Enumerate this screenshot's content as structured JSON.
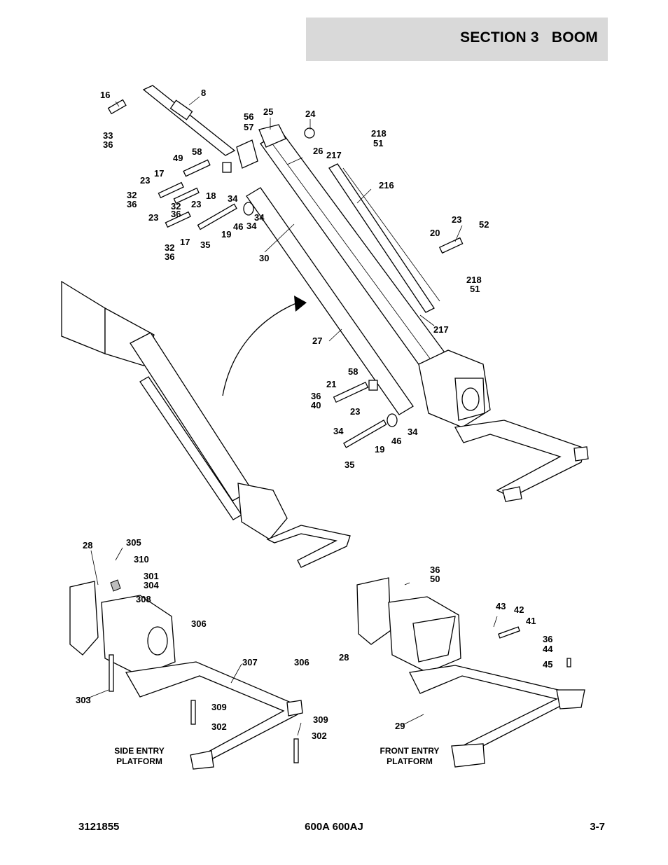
{
  "header": {
    "title": "SECTION 3   BOOM"
  },
  "footer": {
    "part_number": "3121855",
    "model": "600A 600AJ",
    "page": "3-7"
  },
  "captions": {
    "side_entry": [
      "SIDE ENTRY",
      "PLATFORM"
    ],
    "front_entry": [
      "FRONT ENTRY",
      "PLATFORM"
    ]
  },
  "callouts": {
    "top": [
      "16",
      "8",
      "33",
      "36",
      "56",
      "57",
      "25",
      "24",
      "218",
      "51",
      "49",
      "58",
      "26",
      "217",
      "17",
      "23",
      "216",
      "18",
      "32",
      "36",
      "34",
      "32",
      "36",
      "23",
      "23",
      "34",
      "46",
      "34",
      "23",
      "52",
      "19",
      "17",
      "35",
      "20",
      "32",
      "36",
      "30",
      "218",
      "51",
      "217",
      "27",
      "58",
      "21",
      "36",
      "40",
      "23",
      "34",
      "46",
      "34",
      "19",
      "35"
    ],
    "bottom_left": [
      "28",
      "305",
      "310",
      "301",
      "304",
      "308",
      "306",
      "307",
      "306",
      "303",
      "309",
      "302",
      "309",
      "302"
    ],
    "bottom_right": [
      "36",
      "50",
      "43",
      "42",
      "41",
      "36",
      "44",
      "45",
      "28",
      "29"
    ]
  }
}
